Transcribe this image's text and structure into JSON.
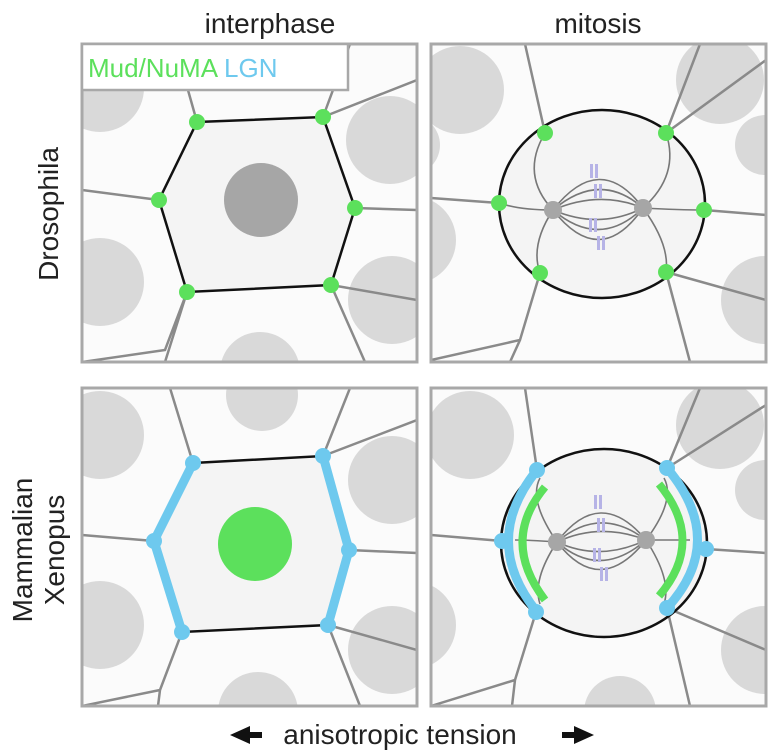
{
  "columns": [
    "interphase",
    "mitosis"
  ],
  "rows": [
    "Drosophila",
    "Mammalian",
    "Xenopus"
  ],
  "legend": {
    "mud_numa": "Mud/NuMA",
    "lgn": "LGN"
  },
  "bottom_label": "anisotropic tension",
  "colors": {
    "mud_numa": "#5ce05c",
    "lgn": "#6ec9ee",
    "chromosome": "#b6b3e6",
    "nucleus_grey": "#a6a6a6"
  },
  "icons": [
    "arrow-left-icon",
    "arrow-right-icon"
  ]
}
